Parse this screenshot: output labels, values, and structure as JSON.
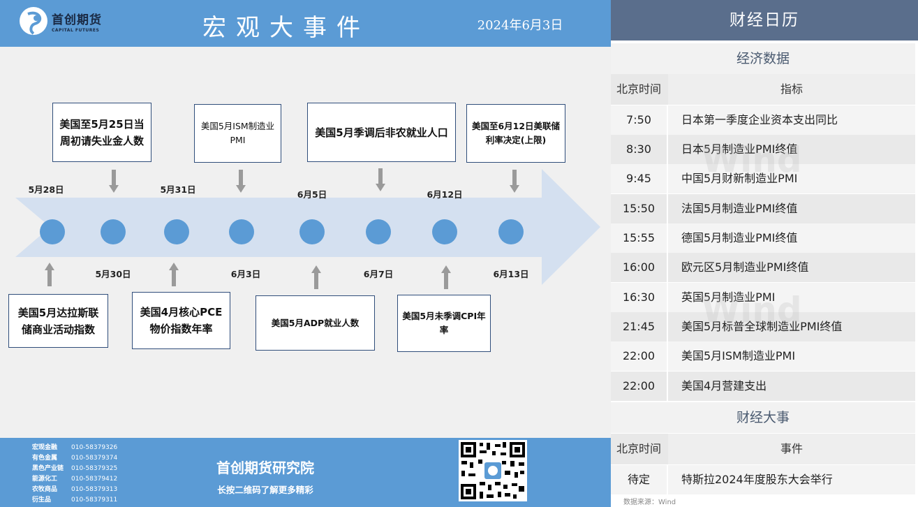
{
  "header": {
    "logo_cn": "首创期货",
    "logo_en": "CAPITAL FUTURES",
    "title": "宏观大事件",
    "date": "2024年6月3日"
  },
  "timeline": {
    "dates": [
      "5月28日",
      "5月30日",
      "5月31日",
      "6月3日",
      "6月5日",
      "6月7日",
      "6月12日",
      "6月13日"
    ],
    "top_events": [
      "美国至5月25日当周初请失业金人数",
      "美国5月ISM制造业PMI",
      "美国5月季调后非农就业人口",
      "美国至6月12日美联储利率决定(上限)"
    ],
    "bottom_events": [
      "美国5月达拉斯联储商业活动指数",
      "美国4月核心PCE物价指数年率",
      "美国5月ADP就业人数",
      "美国5月未季调CPI年率"
    ]
  },
  "footer": {
    "contacts": [
      {
        "dept": "宏观金融",
        "phone": "010-58379326"
      },
      {
        "dept": "有色金属",
        "phone": "010-58379374"
      },
      {
        "dept": "黑色产业链",
        "phone": "010-58379325"
      },
      {
        "dept": "能源化工",
        "phone": "010-58379412"
      },
      {
        "dept": "农牧商品",
        "phone": "010-58379313"
      },
      {
        "dept": "衍生品",
        "phone": "010-58379311"
      }
    ],
    "org": "首创期货研究院",
    "slogan": "长按二维码了解更多精彩"
  },
  "calendar": {
    "title": "财经日历",
    "econ": {
      "title": "经济数据",
      "col_time": "北京时间",
      "col_item": "指标",
      "rows": [
        {
          "time": "7:50",
          "item": "日本第一季度企业资本支出同比"
        },
        {
          "time": "8:30",
          "item": "日本5月制造业PMI终值"
        },
        {
          "time": "9:45",
          "item": "中国5月财新制造业PMI"
        },
        {
          "time": "15:50",
          "item": "法国5月制造业PMI终值"
        },
        {
          "time": "15:55",
          "item": "德国5月制造业PMI终值"
        },
        {
          "time": "16:00",
          "item": "欧元区5月制造业PMI终值"
        },
        {
          "time": "16:30",
          "item": "英国5月制造业PMI"
        },
        {
          "time": "21:45",
          "item": "美国5月标普全球制造业PMI终值"
        },
        {
          "time": "22:00",
          "item": "美国5月ISM制造业PMI"
        },
        {
          "time": "22:00",
          "item": "美国4月营建支出"
        }
      ]
    },
    "events": {
      "title": "财经大事",
      "col_time": "北京时间",
      "col_item": "事件",
      "rows": [
        {
          "time": "待定",
          "item": "特斯拉2024年度股东大会举行"
        }
      ]
    },
    "watermark": "Wind",
    "source": "数据来源：Wind"
  },
  "colors": {
    "accent": "#5b9bd5",
    "header_dark": "#5a6e8c",
    "arrow": "#d4e0f0"
  }
}
